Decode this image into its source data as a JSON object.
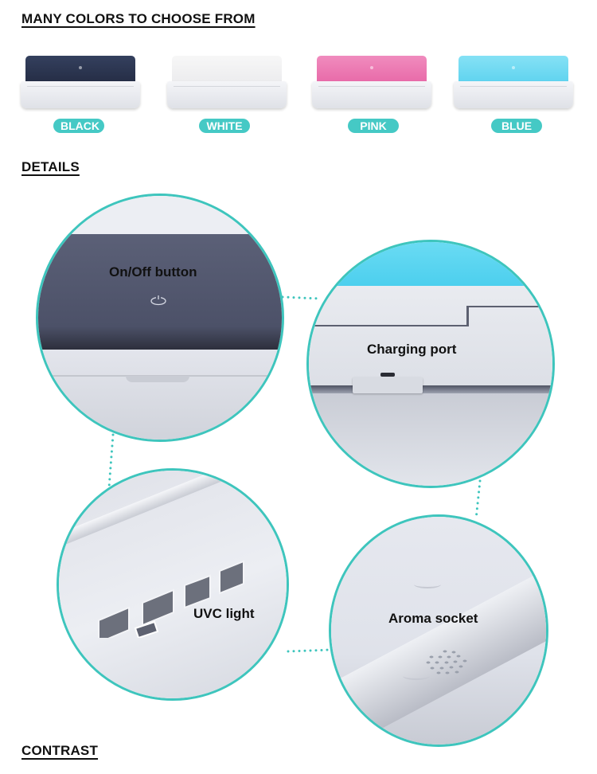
{
  "sections": {
    "colors_heading": "MANY COLORS TO CHOOSE FROM",
    "details_heading": "DETAILS",
    "contrast_heading": "CONTRAST"
  },
  "colors": [
    {
      "label": "BLACK",
      "lid_color": "#2b3553"
    },
    {
      "label": "WHITE",
      "lid_color": "#f1f1f1"
    },
    {
      "label": "PINK",
      "lid_color": "#ec7fb4"
    },
    {
      "label": "BLUE",
      "lid_color": "#6ed9f2"
    }
  ],
  "details": [
    {
      "label": "On/Off button",
      "icon": "power-icon"
    },
    {
      "label": "Charging port",
      "icon": "usb-port-icon"
    },
    {
      "label": "UVC light",
      "icon": "uvc-slots"
    },
    {
      "label": "Aroma socket",
      "icon": "aroma-holes"
    }
  ],
  "accent_color": "#3ec5bd",
  "badge_color": "#45c9c5"
}
